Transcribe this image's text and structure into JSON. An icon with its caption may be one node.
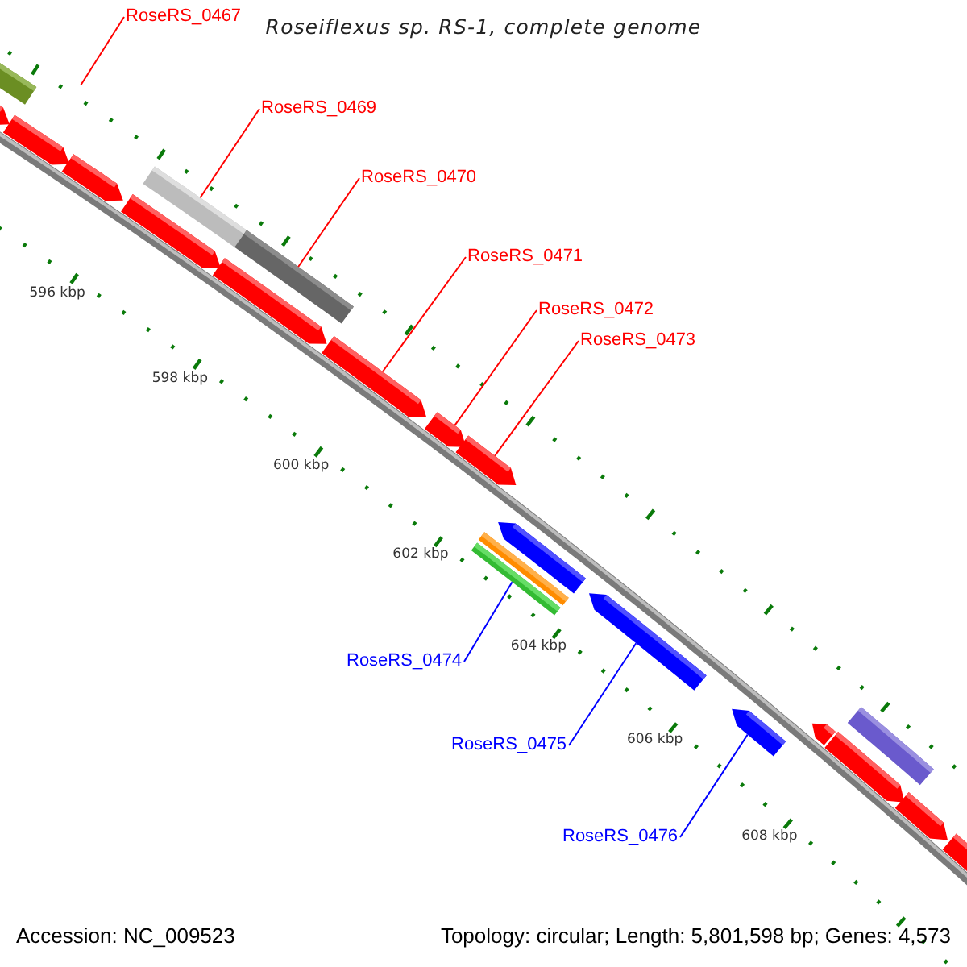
{
  "diagram": {
    "title": "Roseiflexus sp. RS-1, complete genome",
    "nodes": [
      {
        "text": [
          "RoseRS_0467"
        ]
      },
      {
        "text": [
          "RoseRS_0469"
        ]
      },
      {
        "text": [
          "RoseRS_0470"
        ]
      },
      {
        "text": [
          "RoseRS_0471"
        ]
      },
      {
        "text": [
          "RoseRS_0472"
        ]
      },
      {
        "text": [
          "RoseRS_0473"
        ]
      },
      {
        "text": [
          "RoseRS_0474"
        ]
      },
      {
        "text": [
          "RoseRS_0475"
        ]
      },
      {
        "text": [
          "RoseRS_0476"
        ]
      },
      {
        "text": [],
        "shape": "bar"
      },
      {
        "text": [],
        "shape": "bar"
      },
      {
        "text": [],
        "shape": "bar"
      },
      {
        "text": [],
        "shape": "bar"
      },
      {
        "text": [],
        "shape": "bar"
      },
      {
        "text": [],
        "shape": "bar"
      },
      {
        "text": [],
        "shape": "bar"
      },
      {
        "text": [],
        "shape": "bar"
      },
      {
        "text": [],
        "shape": "bar"
      },
      {
        "text": [],
        "shape": "bar"
      },
      {
        "text": [],
        "shape": "bar"
      },
      {
        "text": [],
        "shape": "bar"
      },
      {
        "text": [],
        "shape": "bar"
      },
      {
        "text": [],
        "shape": "bar"
      },
      {
        "text": [],
        "shape": "bar"
      },
      {
        "text": [],
        "shape": "bar"
      },
      {
        "text": [],
        "shape": "bar"
      },
      {
        "text": [],
        "shape": "bar"
      },
      {
        "text": [],
        "shape": "bar"
      },
      {
        "text": [],
        "shape": "bar"
      },
      {
        "text": [],
        "shape": "bar"
      }
    ],
    "edges": [
      {
        "from": 0,
        "to": null,
        "arrow": "none"
      },
      {
        "from": 1,
        "to": 13,
        "arrow": "none"
      },
      {
        "from": 2,
        "to": 15,
        "arrow": "none"
      },
      {
        "from": 3,
        "to": 17,
        "arrow": "none"
      },
      {
        "from": 4,
        "to": 18,
        "arrow": "none"
      },
      {
        "from": 5,
        "to": 19,
        "arrow": "none"
      },
      {
        "from": 6,
        "to": 20,
        "arrow": "none",
        "color": "#0000ff"
      },
      {
        "from": 7,
        "to": 23,
        "arrow": "none",
        "color": "#0000ff"
      },
      {
        "from": 8,
        "to": 24,
        "arrow": "none",
        "color": "#0000ff"
      }
    ],
    "labels": [
      "596 kbp",
      "598 kbp",
      "600 kbp",
      "602 kbp",
      "604 kbp",
      "606 kbp",
      "608 kbp",
      "Accession: NC_009523",
      "Topology: circular; Length: 5,801,598 bp; Genes: 4,573"
    ]
  }
}
